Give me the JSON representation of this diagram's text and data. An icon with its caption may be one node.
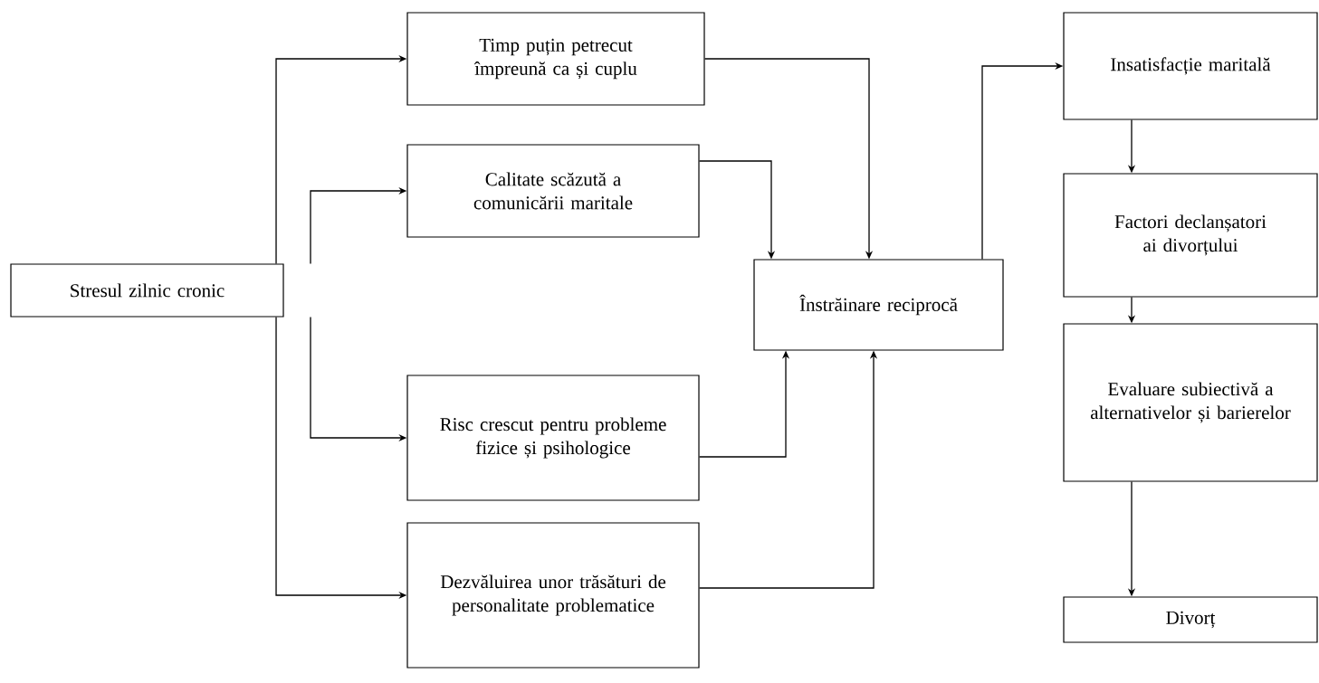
{
  "diagram": {
    "nodes": [
      {
        "text": [
          "Stresul zilnic cronic"
        ]
      },
      {
        "text": [
          "Timp puțin petrecut împreună ca și cuplu"
        ]
      },
      {
        "text": [
          "Calitate scăzută a comunicării maritale"
        ]
      },
      {
        "text": [
          "Risc crescut pentru probleme fizice și psihologice"
        ]
      },
      {
        "text": [
          "Dezvăluirea unor trăsături de personalitate problematice"
        ]
      },
      {
        "text": [
          "Înstrăinare reciprocă"
        ]
      },
      {
        "text": [
          "Insatisfacție maritală"
        ]
      },
      {
        "text": [
          "Factori declanșatori ai divorțului"
        ]
      },
      {
        "text": [
          "Evaluare subiectivă a alternativelor și barierelor"
        ]
      },
      {
        "text": [
          "Divorț"
        ]
      }
    ],
    "edges": [
      {
        "from": 0,
        "to": 1,
        "arrow": "to"
      },
      {
        "from": 0,
        "to": 2,
        "arrow": "to"
      },
      {
        "from": 0,
        "to": 3,
        "arrow": "to"
      },
      {
        "from": 0,
        "to": 4,
        "arrow": "to"
      },
      {
        "from": 1,
        "to": 5,
        "arrow": "to"
      },
      {
        "from": 2,
        "to": 5,
        "arrow": "to"
      },
      {
        "from": 3,
        "to": 5,
        "arrow": "to"
      },
      {
        "from": 4,
        "to": 5,
        "arrow": "to"
      },
      {
        "from": 5,
        "to": 6,
        "arrow": "to"
      },
      {
        "from": 6,
        "to": 7,
        "arrow": "to"
      },
      {
        "from": 7,
        "to": 8,
        "arrow": "to"
      },
      {
        "from": 8,
        "to": 9,
        "arrow": "to"
      }
    ]
  }
}
